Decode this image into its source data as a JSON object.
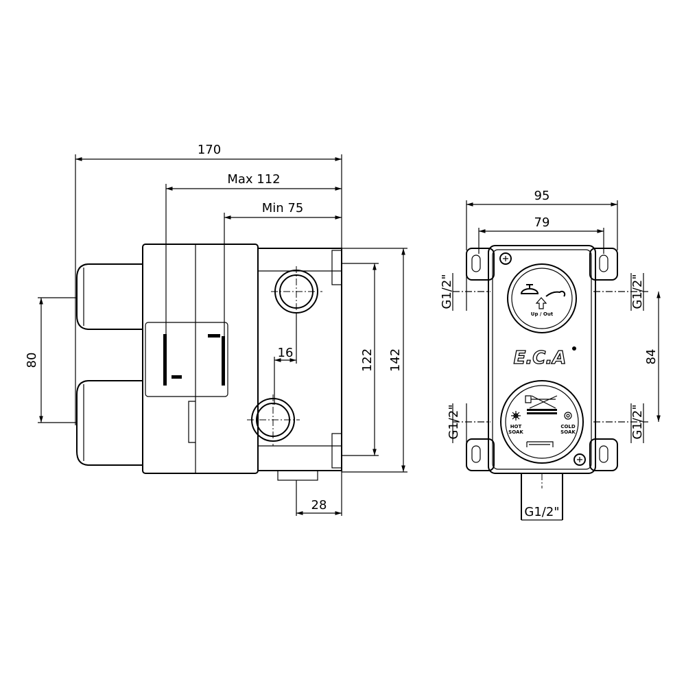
{
  "left_view": {
    "dim_overall_depth": "170",
    "dim_max_depth": "Max 112",
    "dim_min_depth": "Min 75",
    "dim_knob_spacing": "80",
    "dim_port_offset": "16",
    "dim_port_spacing": "122",
    "dim_height": "142",
    "dim_outlet_offset": "28"
  },
  "right_view": {
    "dim_overall_width": "95",
    "dim_mount_width": "79",
    "dim_port_spacing": "84",
    "thread_labels": [
      "G1/2\"",
      "G1/2\"",
      "G1/2\"",
      "G1/2\"",
      "G1/2\""
    ],
    "upper_dial_label": "Up / Out",
    "brand_logo": "E.C.A",
    "lower_dial_hot": [
      "HOT",
      "SOAK"
    ],
    "lower_dial_cold": [
      "COLD",
      "SOAK"
    ]
  },
  "colors": {
    "line": "#000000",
    "background": "#ffffff"
  }
}
